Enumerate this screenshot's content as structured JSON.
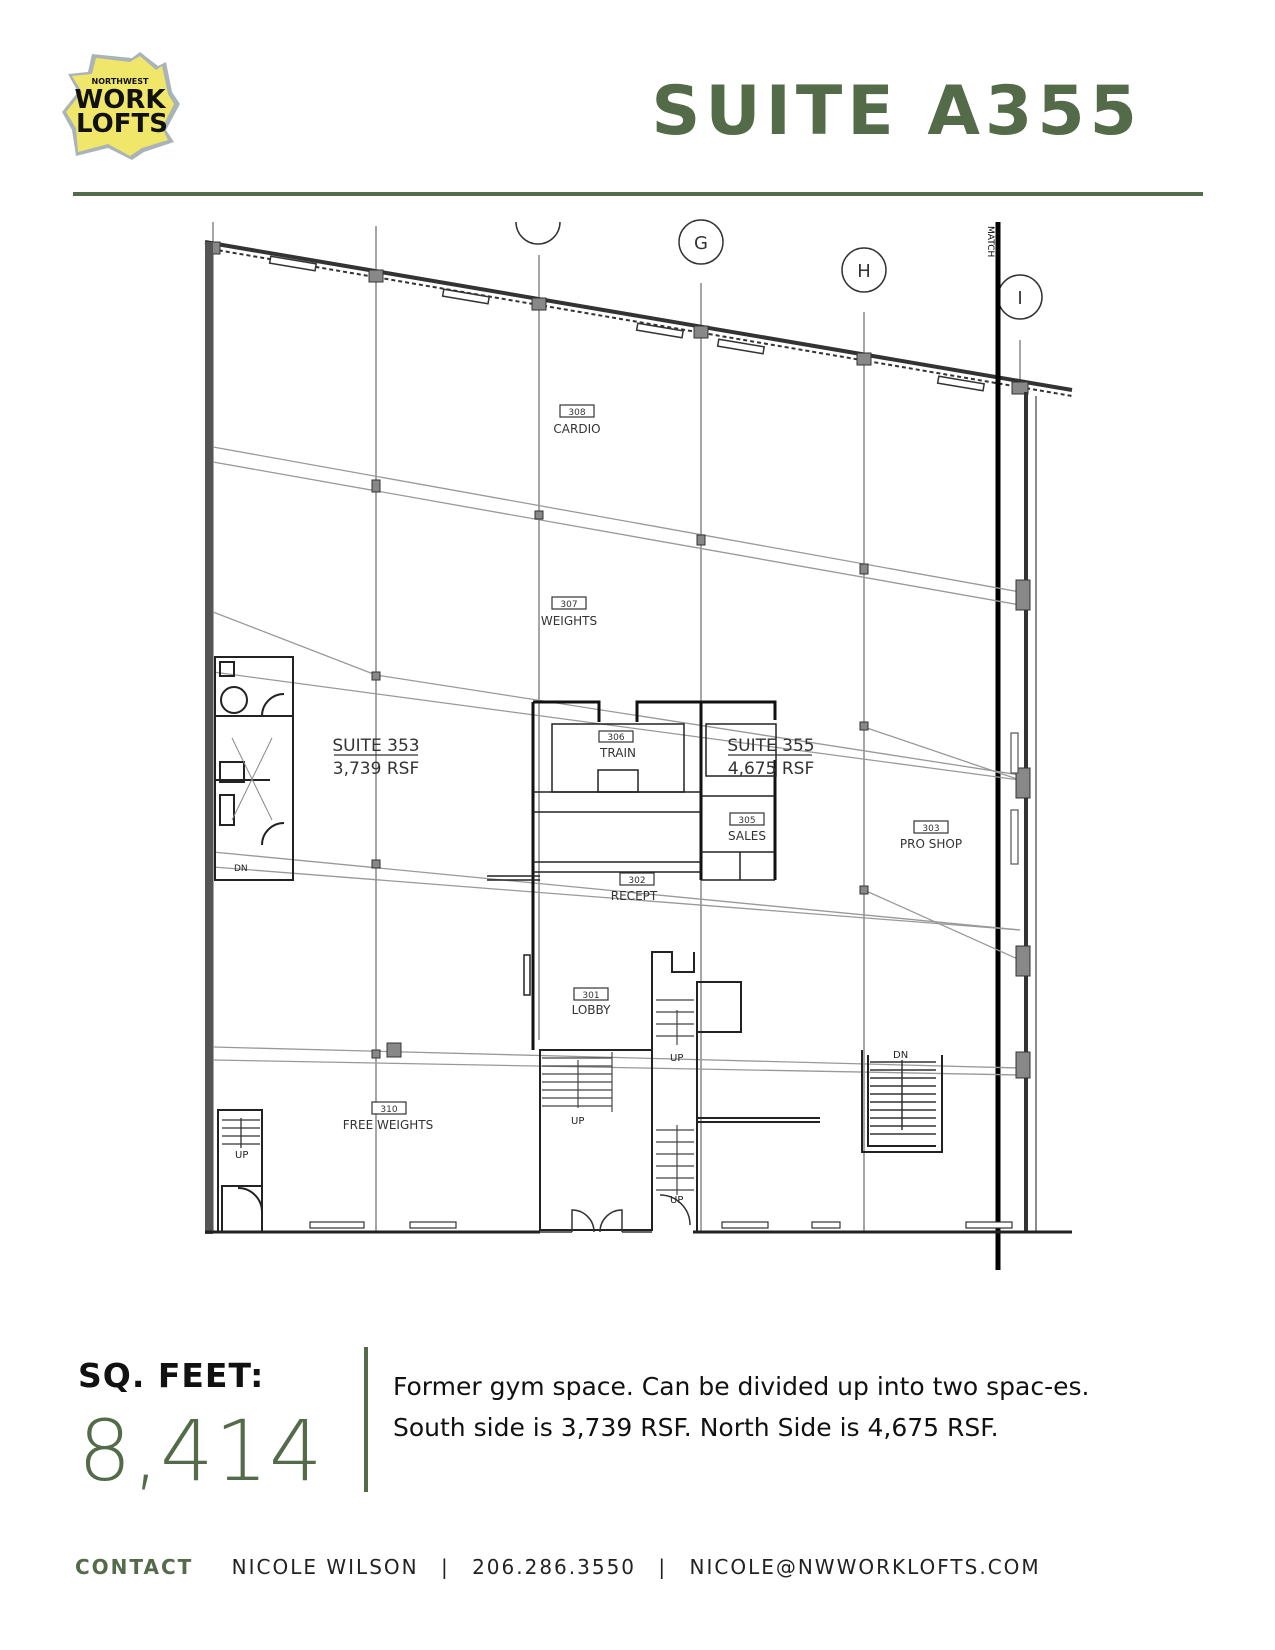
{
  "header": {
    "logo": {
      "top_text": "NORTHWEST",
      "line1": "WORK",
      "line2": "LOFTS",
      "icon": "gear-logo-icon",
      "fill_color": "#f0e66a",
      "outline_color": "#aab4b8"
    },
    "title": "SUITE A355",
    "accent_color": "#546b4a"
  },
  "floor_plan": {
    "grid_markers": [
      "G",
      "H",
      "I"
    ],
    "match_line_label": "MATCH",
    "rooms": [
      {
        "number": "308",
        "name": "CARDIO"
      },
      {
        "number": "307",
        "name": "WEIGHTS"
      },
      {
        "number": "306",
        "name": "TRAIN"
      },
      {
        "number": "305",
        "name": "SALES"
      },
      {
        "number": "303",
        "name": "PRO SHOP"
      },
      {
        "number": "302",
        "name": "RECEPT"
      },
      {
        "number": "301",
        "name": "LOBBY"
      },
      {
        "number": "310",
        "name": "FREE WEIGHTS"
      }
    ],
    "suites": [
      {
        "name": "SUITE 353",
        "area": "3,739 RSF"
      },
      {
        "name": "SUITE 355",
        "area": "4,675 RSF"
      }
    ],
    "stair_labels": {
      "up": "UP",
      "down": "DN"
    }
  },
  "summary": {
    "sqft_label": "SQ. FEET:",
    "sqft_value": "8,414",
    "description": "Former gym space.  Can be divided up into two spac-es.  South side is 3,739 RSF.  North Side is 4,675 RSF."
  },
  "contact": {
    "label": "CONTACT",
    "name": "NICOLE WILSON",
    "phone": "206.286.3550",
    "email": "NICOLE@NWWORKLOFTS.COM",
    "separator": "|"
  }
}
